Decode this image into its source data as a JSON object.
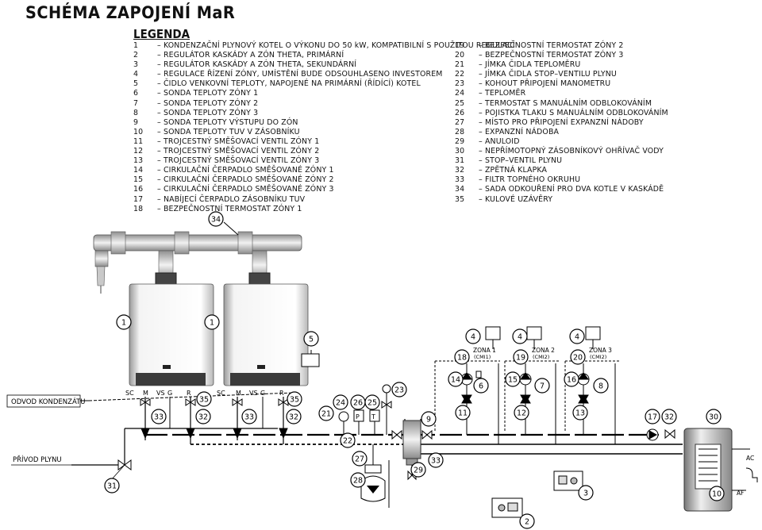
{
  "title": "SCHÉMA ZAPOJENÍ MaR",
  "legend_title": "LEGENDA",
  "legend_left": [
    {
      "num": "1",
      "text": "–  KONDENZAČNÍ PLYNOVÝ KOTEL O VÝKONU DO 50 kW, KOMPATIBILNÍ S POUŽITOU REGULACÍ"
    },
    {
      "num": "2",
      "text": "–  REGULÁTOR KASKÁDY A ZÓN THETA, PRIMÁRNÍ"
    },
    {
      "num": "3",
      "text": "–  REGULÁTOR KASKÁDY A ZÓN THETA, SEKUNDÁRNÍ"
    },
    {
      "num": "4",
      "text": "–  REGULACE ŘÍZENÍ ZÓNY, UMÍSTĚNÍ BUDE ODSOUHLASENO INVESTOREM"
    },
    {
      "num": "5",
      "text": "–  ČIDLO VENKOVNÍ TEPLOTY, NAPOJENÉ NA PRIMÁRNÍ (ŘÍDÍCÍ) KOTEL"
    },
    {
      "num": "6",
      "text": "–  SONDA TEPLOTY ZÓNY 1"
    },
    {
      "num": "7",
      "text": "–  SONDA TEPLOTY ZÓNY 2"
    },
    {
      "num": "8",
      "text": "–  SONDA TEPLOTY ZÓNY 3"
    },
    {
      "num": "9",
      "text": "–  SONDA TEPLOTY VÝSTUPU DO ZÓN"
    },
    {
      "num": "10",
      "text": "–  SONDA TEPLOTY TUV V ZÁSOBNÍKU"
    },
    {
      "num": "11",
      "text": "–  TROJCESTNÝ SMĚŠOVACÍ VENTIL ZÓNY 1"
    },
    {
      "num": "12",
      "text": "–  TROJCESTNÝ SMĚŠOVACÍ VENTIL ZÓNY 2"
    },
    {
      "num": "13",
      "text": "–  TROJCESTNÝ SMĚŠOVACÍ VENTIL ZÓNY 3"
    },
    {
      "num": "14",
      "text": "–  CIRKULAČNÍ ČERPADLO SMĚŠOVANÉ ZÓNY 1"
    },
    {
      "num": "15",
      "text": "–  CIRKULAČNÍ ČERPADLO SMĚŠOVANÉ ZÓNY 2"
    },
    {
      "num": "16",
      "text": "–  CIRKULAČNÍ ČERPADLO SMĚŠOVANÉ ZÓNY 3"
    },
    {
      "num": "17",
      "text": "–  NABÍJECÍ ČERPADLO ZÁSOBNÍKU TUV"
    },
    {
      "num": "18",
      "text": "–  BEZPEČNOSTNÍ TERMOSTAT ZÓNY 1"
    }
  ],
  "legend_right": [
    {
      "num": "19",
      "text": "–  BEZPEČNOSTNÍ TERMOSTAT ZÓNY 2"
    },
    {
      "num": "20",
      "text": "–  BEZPEČNOSTNÍ TERMOSTAT ZÓNY 3"
    },
    {
      "num": "21",
      "text": "–  JÍMKA ČIDLA TEPLOMĚRU"
    },
    {
      "num": "22",
      "text": "–  JÍMKA ČIDLA STOP–VENTILU PLYNU"
    },
    {
      "num": "23",
      "text": "–  KOHOUT PŘIPOJENÍ MANOMETRU"
    },
    {
      "num": "24",
      "text": "–  TEPLOMĚR"
    },
    {
      "num": "25",
      "text": "–  TERMOSTAT S MANUÁLNÍM ODBLOKOVÁNÍM"
    },
    {
      "num": "26",
      "text": "–  POJISTKA TLAKU S MANUÁLNÍM ODBLOKOVÁNÍM"
    },
    {
      "num": "27",
      "text": "–  MÍSTO PRO PŘIPOJENÍ EXPANZNÍ NÁDOBY"
    },
    {
      "num": "28",
      "text": "–  EXPANZNÍ NÁDOBA"
    },
    {
      "num": "29",
      "text": "–  ANULOID"
    },
    {
      "num": "30",
      "text": "–  NEPŘÍMOTOPNÝ ZÁSOBNÍKOVÝ OHŘÍVAČ VODY"
    },
    {
      "num": "31",
      "text": "–  STOP–VENTIL PLYNU"
    },
    {
      "num": "32",
      "text": "–  ZPĚTNÁ KLAPKA"
    },
    {
      "num": "33",
      "text": "–  FILTR TOPNÉHO OKRUHU"
    },
    {
      "num": "34",
      "text": "–  SADA ODKOUŘENÍ PRO DVA KOTLE V KASKÁDĚ"
    },
    {
      "num": "35",
      "text": "–  KULOVÉ UZÁVĚRY"
    }
  ],
  "diagram": {
    "label_condensate": "ODVOD KONDENZÁTU",
    "label_gas": "PŘÍVOD PLYNU",
    "boiler_port_labels": [
      "SC",
      "M",
      "VS",
      "G",
      "R"
    ],
    "zones": [
      {
        "name": "ZONA 1",
        "code": "(CMI1)"
      },
      {
        "name": "ZONA 2",
        "code": "(CMI2)"
      },
      {
        "name": "ZONA 3",
        "code": "(CMI2)"
      }
    ],
    "hot_water_labels": [
      "AC",
      "AF"
    ],
    "gauge_letters": [
      "P",
      "T"
    ],
    "callouts": {
      "c1a": "1",
      "c1b": "1",
      "c2": "2",
      "c3": "3",
      "c4a": "4",
      "c4b": "4",
      "c4c": "4",
      "c5": "5",
      "c6": "6",
      "c7": "7",
      "c8": "8",
      "c9": "9",
      "c10": "10",
      "c11": "11",
      "c12": "12",
      "c13": "13",
      "c14": "14",
      "c15": "15",
      "c16": "16",
      "c17": "17",
      "c18": "18",
      "c19": "19",
      "c20": "20",
      "c21": "21",
      "c22": "22",
      "c23": "23",
      "c24": "24",
      "c25": "25",
      "c26": "26",
      "c27": "27",
      "c28": "28",
      "c29": "29",
      "c30": "30",
      "c31": "31",
      "c32a": "32",
      "c32b": "32",
      "c32c": "32",
      "c33a": "33",
      "c33b": "33",
      "c33c": "33",
      "c34": "34",
      "c35a": "35",
      "c35b": "35"
    }
  }
}
